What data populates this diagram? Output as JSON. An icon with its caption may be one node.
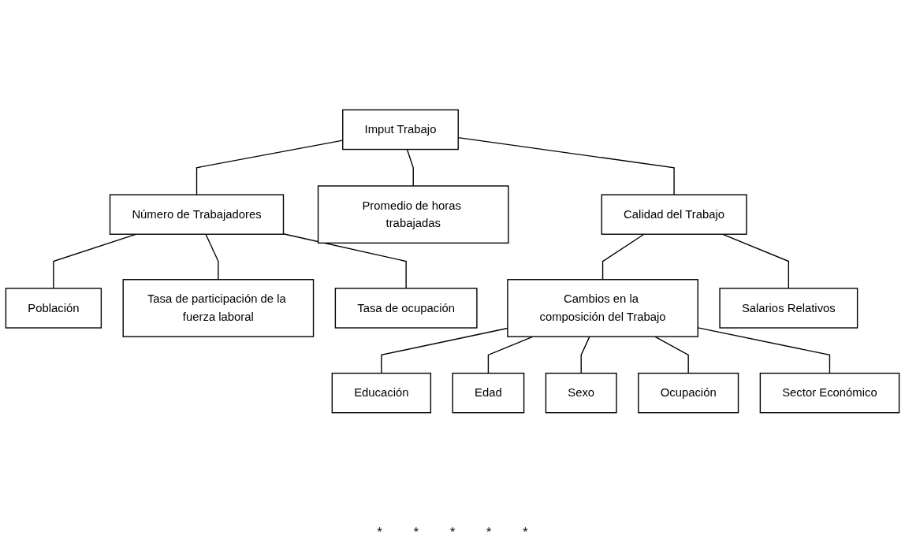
{
  "diagram": {
    "nodes": [
      {
        "text": [
          "Imput Trabajo"
        ]
      },
      {
        "text": [
          "Número de Trabajadores"
        ]
      },
      {
        "text": [
          "Promedio de horas trabajadas"
        ]
      },
      {
        "text": [
          "Calidad del Trabajo"
        ]
      },
      {
        "text": [
          "Población"
        ]
      },
      {
        "text": [
          "Tasa de participación de la fuerza laboral"
        ]
      },
      {
        "text": [
          "Tasa de ocupación"
        ]
      },
      {
        "text": [
          "Cambios en la composición del Trabajo"
        ]
      },
      {
        "text": [
          "Salarios Relativos"
        ]
      },
      {
        "text": [
          "Educación"
        ]
      },
      {
        "text": [
          "Edad"
        ]
      },
      {
        "text": [
          "Sexo"
        ]
      },
      {
        "text": [
          "Ocupación"
        ]
      },
      {
        "text": [
          "Sector Económico"
        ]
      }
    ],
    "edges": [
      {
        "from": 0,
        "to": 1,
        "arrow": "none"
      },
      {
        "from": 0,
        "to": 2,
        "arrow": "none"
      },
      {
        "from": 0,
        "to": 3,
        "arrow": "none"
      },
      {
        "from": 1,
        "to": 4,
        "arrow": "none"
      },
      {
        "from": 1,
        "to": 5,
        "arrow": "none"
      },
      {
        "from": 1,
        "to": 6,
        "arrow": "none"
      },
      {
        "from": 3,
        "to": 7,
        "arrow": "none"
      },
      {
        "from": 3,
        "to": 8,
        "arrow": "none"
      },
      {
        "from": 7,
        "to": 9,
        "arrow": "none"
      },
      {
        "from": 7,
        "to": 10,
        "arrow": "none"
      },
      {
        "from": 7,
        "to": 11,
        "arrow": "none"
      },
      {
        "from": 7,
        "to": 12,
        "arrow": "none"
      },
      {
        "from": 7,
        "to": 13,
        "arrow": "none"
      }
    ],
    "labels": [
      "*",
      "*",
      "*",
      "*",
      "*"
    ]
  }
}
